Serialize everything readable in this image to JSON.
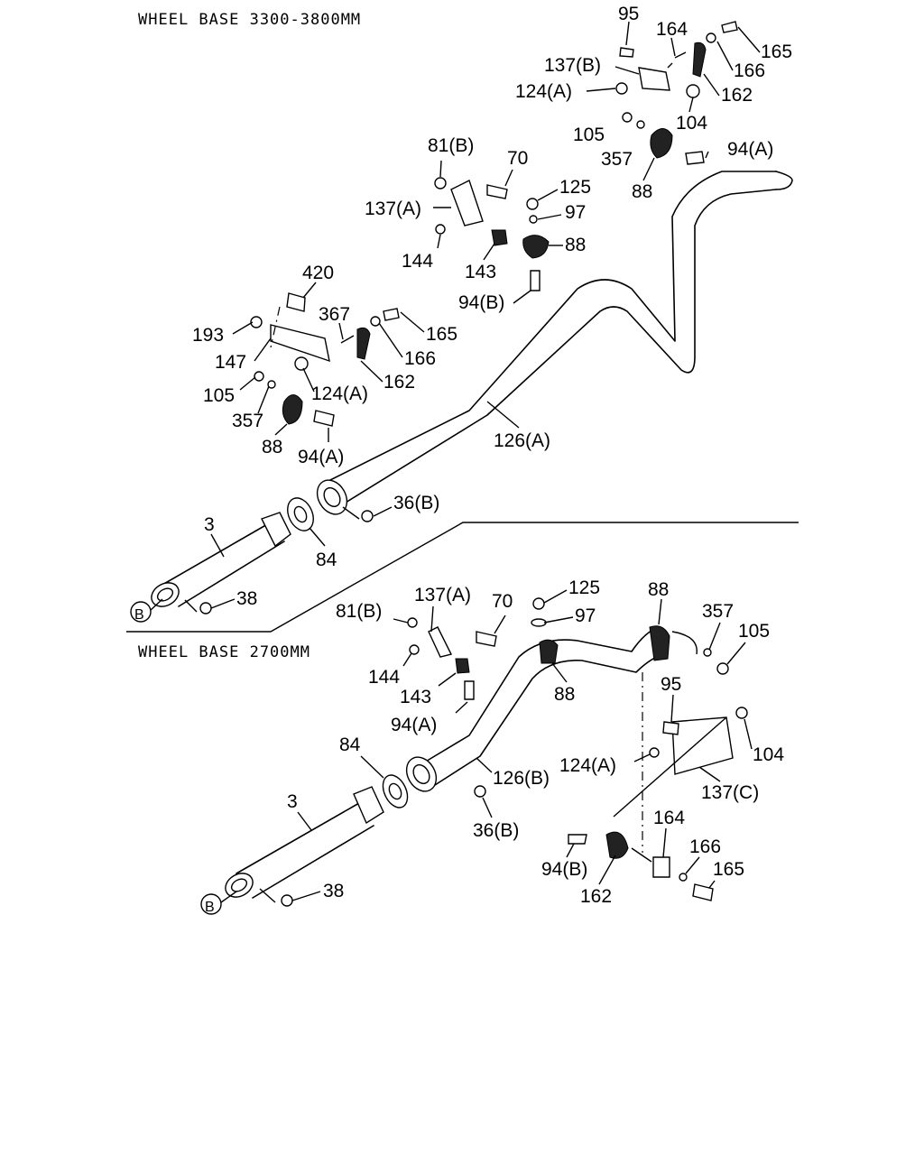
{
  "headings": {
    "upper": "WHEEL BASE 3300-3800MM",
    "lower": "WHEEL BASE 2700MM"
  },
  "callouts": {
    "upper": [
      "95",
      "164",
      "165",
      "166",
      "137(B)",
      "162",
      "124(A)",
      "104",
      "105",
      "357",
      "94(A)",
      "88",
      "81(B)",
      "70",
      "137(A)",
      "125",
      "97",
      "88",
      "144",
      "143",
      "94(B)",
      "420",
      "367",
      "165",
      "193",
      "147",
      "166",
      "162",
      "105",
      "124(A)",
      "357",
      "88",
      "94(A)",
      "126(A)",
      "36(B)",
      "3",
      "84",
      "38"
    ],
    "lower": [
      "137(A)",
      "125",
      "81(B)",
      "70",
      "97",
      "88",
      "357",
      "105",
      "144",
      "143",
      "88",
      "94(A)",
      "95",
      "84",
      "124(A)",
      "126(B)",
      "104",
      "137(C)",
      "3",
      "36(B)",
      "164",
      "166",
      "94(B)",
      "165",
      "162",
      "38"
    ]
  },
  "markers": {
    "upper": "B",
    "lower": "B"
  }
}
